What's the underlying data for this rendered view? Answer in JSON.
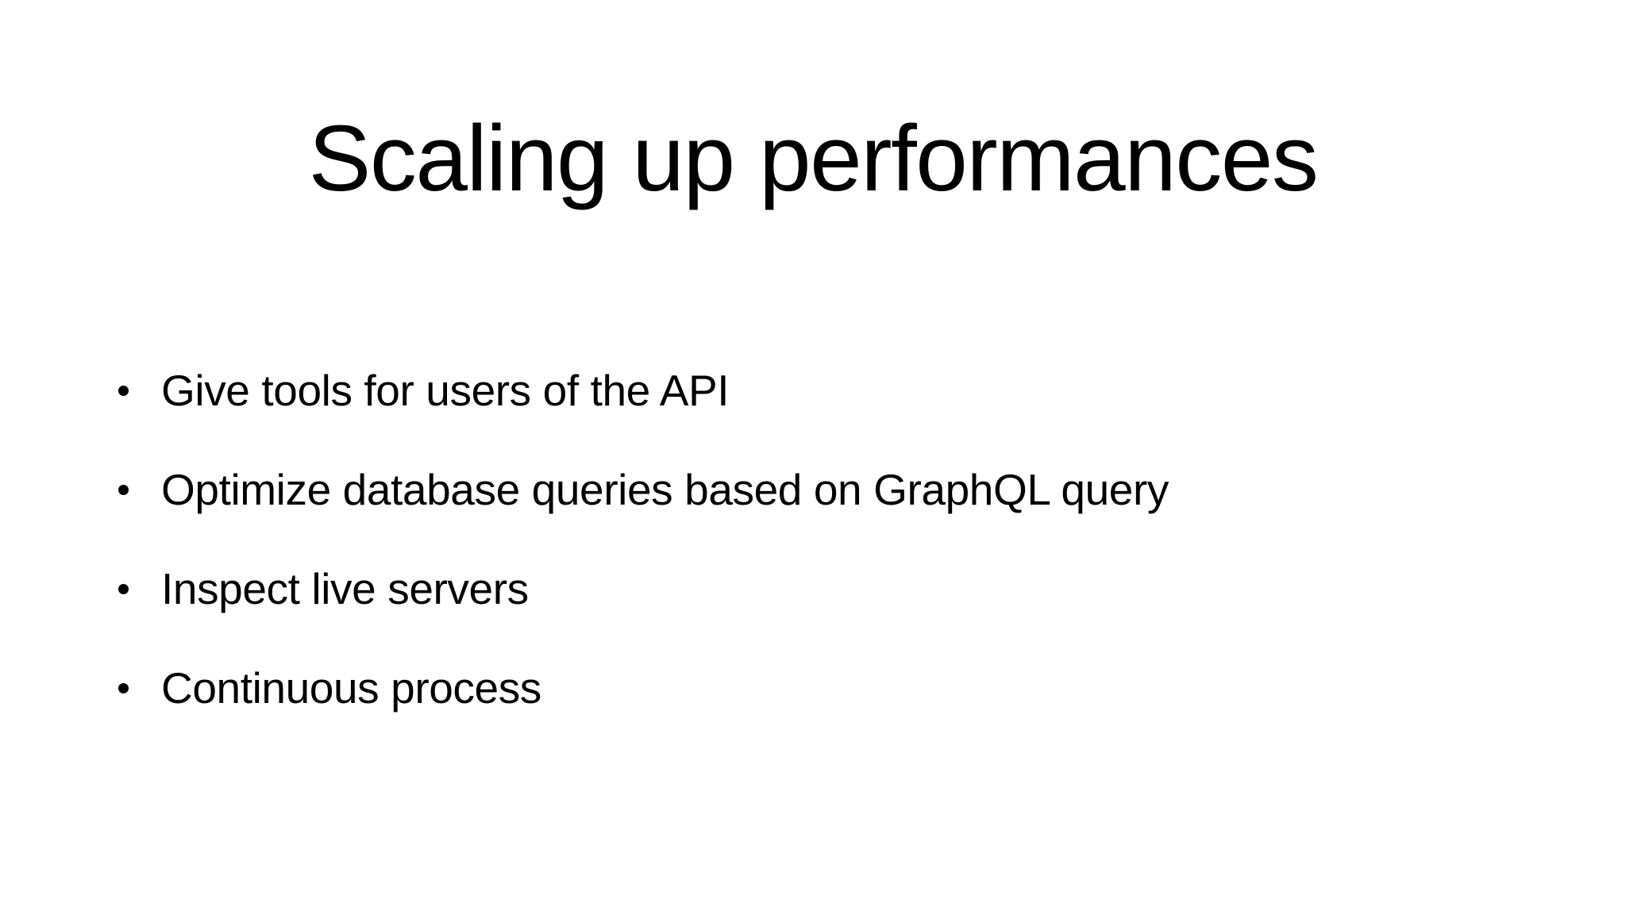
{
  "slide": {
    "background_color": "#ffffff",
    "text_color": "#000000",
    "title": "Scaling up performances",
    "bullets": [
      {
        "text": "Give tools for users of the API"
      },
      {
        "text": "Optimize database queries based on GraphQL query"
      },
      {
        "text": "Inspect live servers"
      },
      {
        "text": "Continuous process"
      }
    ]
  }
}
